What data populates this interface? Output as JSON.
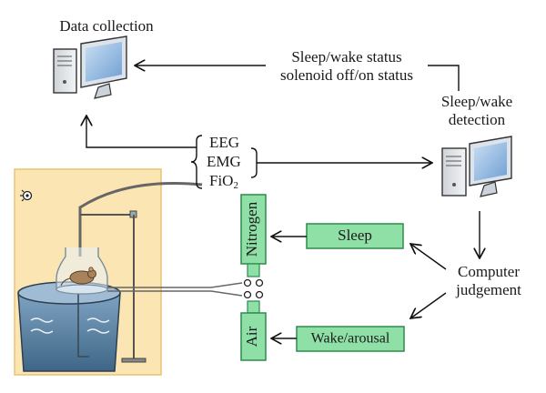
{
  "labels": {
    "data_collection": "Data collection",
    "status_line1": "Sleep/wake status",
    "status_line2": "solenoid off/on status",
    "detection_line1": "Sleep/wake",
    "detection_line2": "detection",
    "eeg": "EEG",
    "emg": "EMG",
    "fio2_base": "FiO",
    "fio2_sub": "2",
    "nitrogen": "Nitrogen",
    "air": "Air",
    "sleep": "Sleep",
    "wake": "Wake/arousal",
    "judgement_line1": "Computer",
    "judgement_line2": "judgement"
  },
  "colors": {
    "chamber_bg": "#fbe6b3",
    "chamber_border": "#e9c277",
    "green_fill": "#8fe0a6",
    "green_border": "#2f8a4c",
    "monitor_screen": "#8ab6e2",
    "water": "#5f86a6",
    "arrow": "#111111"
  },
  "icons": [
    "computer-icon",
    "lamp-icon",
    "mouse-icon",
    "solenoid-valve-icon"
  ]
}
